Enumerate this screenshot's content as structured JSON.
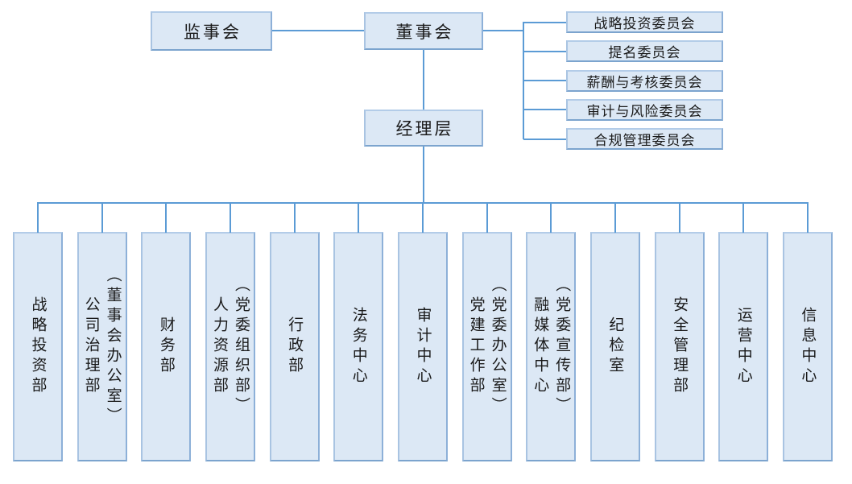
{
  "org": {
    "supervisory_board": "监事会",
    "board_of_directors": "董事会",
    "management_layer": "经理层",
    "committees": [
      "战略投资委员会",
      "提名委员会",
      "薪酬与考核委员会",
      "审计与风险委员会",
      "合规管理委员会"
    ],
    "departments": [
      "战略投资部",
      "公司治理部\n（董事会办公室）",
      "财务部",
      "人力资源部\n（党委组织部）",
      "行政部",
      "法务中心",
      "审计中心",
      "党建工作部\n（党委办公室）",
      "融媒体中心\n（党委宣传部）",
      "纪检室",
      "安全管理部",
      "运营中心",
      "信息中心"
    ],
    "colors": {
      "box_fill": "#dce8f5",
      "box_border": "#8db0d8",
      "connector_line": "#5b9bd5",
      "text": "#1a1a1a",
      "background": "#ffffff"
    }
  }
}
